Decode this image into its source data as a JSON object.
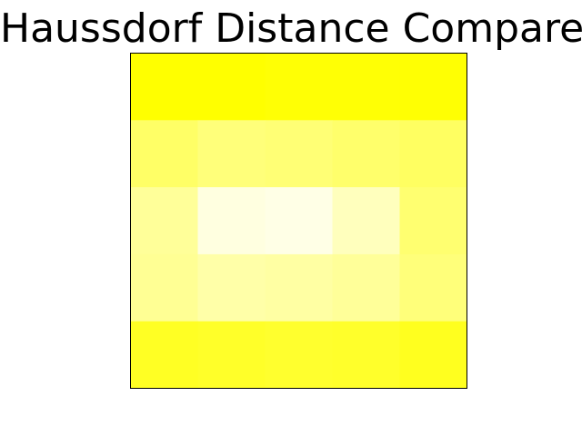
{
  "chart_data": {
    "type": "heatmap",
    "title": "Haussdorf Distance Compare",
    "colormap": [
      "#ffffff",
      "#ffff00"
    ],
    "value_range": [
      0,
      1
    ],
    "rows": 5,
    "columns": 5,
    "values": [
      [
        1.0,
        1.0,
        0.98,
        0.98,
        0.99
      ],
      [
        0.6,
        0.52,
        0.54,
        0.58,
        0.62
      ],
      [
        0.4,
        0.12,
        0.1,
        0.26,
        0.56
      ],
      [
        0.42,
        0.34,
        0.36,
        0.4,
        0.52
      ],
      [
        0.86,
        0.84,
        0.82,
        0.83,
        0.88
      ]
    ],
    "grid": false,
    "axes_ticks": false
  }
}
